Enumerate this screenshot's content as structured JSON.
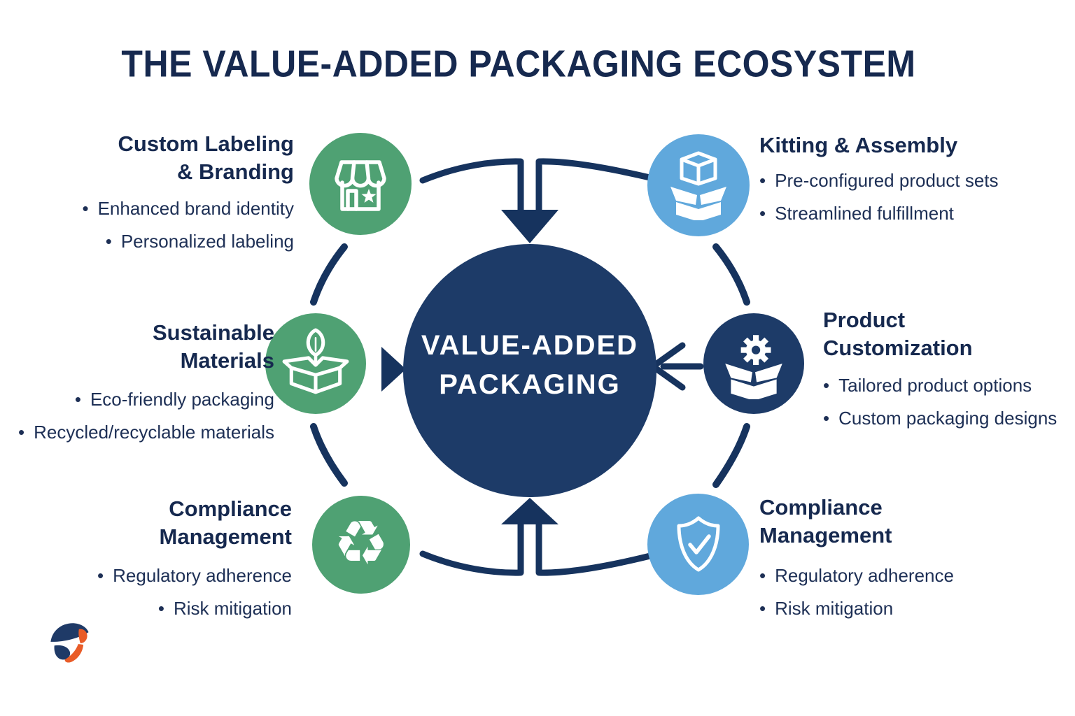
{
  "title": "THE VALUE-ADDED PACKAGING ECOSYSTEM",
  "center": {
    "line1": "VALUE-ADDED",
    "line2": "PACKAGING"
  },
  "ui": {
    "bullet_char": "•",
    "recycle_glyph": "♻"
  },
  "colors": {
    "bg": "#ffffff",
    "navy-text": "#16294f",
    "navy-node": "#1d3b68",
    "navy-line": "#16335e",
    "green": "#4fa173",
    "blue": "#60a8dc",
    "logo-navy": "#1f3a67",
    "logo-orange": "#e95c28"
  },
  "nodes": {
    "custom_labeling": {
      "title1": "Custom Labeling",
      "title2": "& Branding",
      "bullets": [
        "Enhanced brand identity",
        "Personalized labeling"
      ],
      "icon": "storefront-icon"
    },
    "kitting": {
      "title1": "Kitting & Assembly",
      "bullets": [
        "Pre-configured product sets",
        "Streamlined fulfillment"
      ],
      "icon": "kitting-box-icon"
    },
    "sustainable": {
      "title1": "Sustainable",
      "title2": "Materials",
      "bullets": [
        "Eco-friendly packaging",
        "Recycled/recyclable materials"
      ],
      "icon": "leaf-box-icon"
    },
    "product_customization": {
      "title1": "Product",
      "title2": "Customization",
      "bullets": [
        "Tailored product options",
        "Custom packaging designs"
      ],
      "icon": "gear-box-icon"
    },
    "compliance_left": {
      "title1": "Compliance",
      "title2": "Management",
      "bullets": [
        "Regulatory adherence",
        "Risk mitigation"
      ],
      "icon": "recycle-icon"
    },
    "compliance_right": {
      "title1": "Compliance",
      "title2": "Management",
      "bullets": [
        "Regulatory adherence",
        "Risk mitigation"
      ],
      "icon": "shield-check-icon"
    }
  }
}
